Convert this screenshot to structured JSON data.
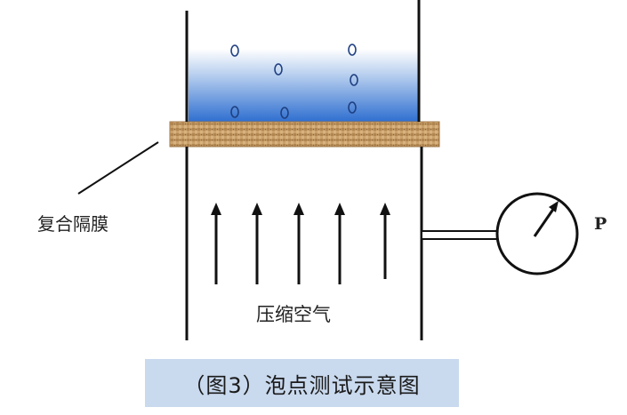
{
  "labels": {
    "membrane": "复合隔膜",
    "air": "压缩空气",
    "gauge": "P"
  },
  "caption": "（图3）泡点测试示意图",
  "colors": {
    "liquid_top": "#ffffff",
    "liquid_bottom": "#2f6fd0",
    "membrane": "#c49a62",
    "caption_bg": "#c9d9ee",
    "line": "#111111"
  },
  "icons": [
    "pressure-gauge-icon",
    "up-arrow-icon",
    "bubble-icon"
  ]
}
